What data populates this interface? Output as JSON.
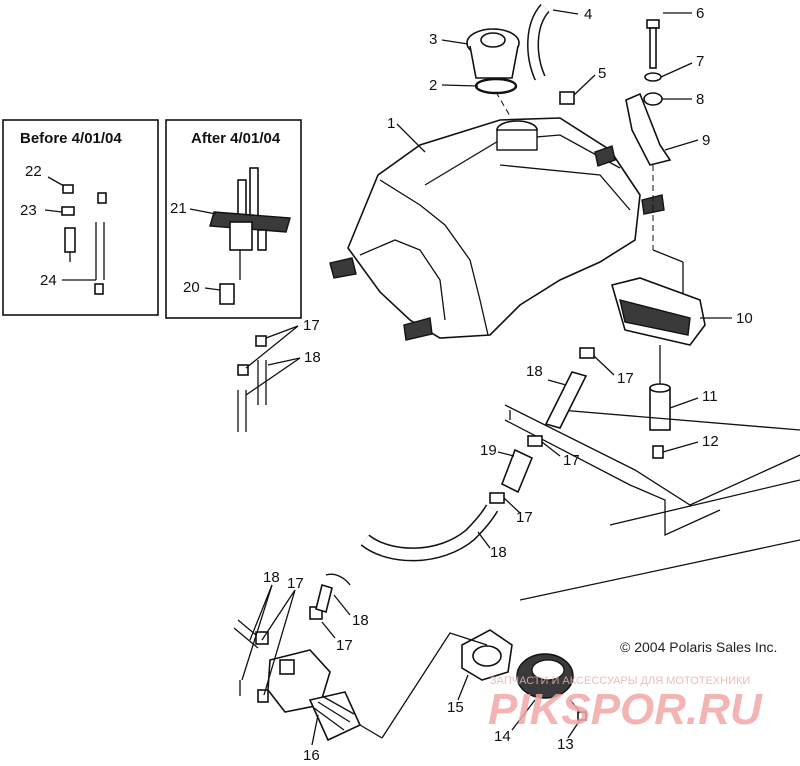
{
  "panels": {
    "before": {
      "title": "Before 4/01/04",
      "callouts": [
        "22",
        "23",
        "24"
      ]
    },
    "after": {
      "title": "After 4/01/04",
      "callouts": [
        "21",
        "20"
      ]
    }
  },
  "callouts": {
    "c1": "1",
    "c2": "2",
    "c3": "3",
    "c4": "4",
    "c5": "5",
    "c6": "6",
    "c7": "7",
    "c8": "8",
    "c9": "9",
    "c10": "10",
    "c11": "11",
    "c12": "12",
    "c13": "13",
    "c14": "14",
    "c15": "15",
    "c16": "16",
    "c17a": "17",
    "c17b": "17",
    "c17c": "17",
    "c17d": "17",
    "c17e": "17",
    "c17f": "17",
    "c18a": "18",
    "c18b": "18",
    "c18c": "18",
    "c18d": "18",
    "c18e": "18",
    "c19": "19"
  },
  "copyright": "© 2004 Polaris Sales Inc.",
  "watermark": {
    "text": "PIKSPOR.RU",
    "tagline": "ЗАПЧАСТИ И АКСЕССУАРЫ ДЛЯ МОТОТЕХНИКИ"
  }
}
